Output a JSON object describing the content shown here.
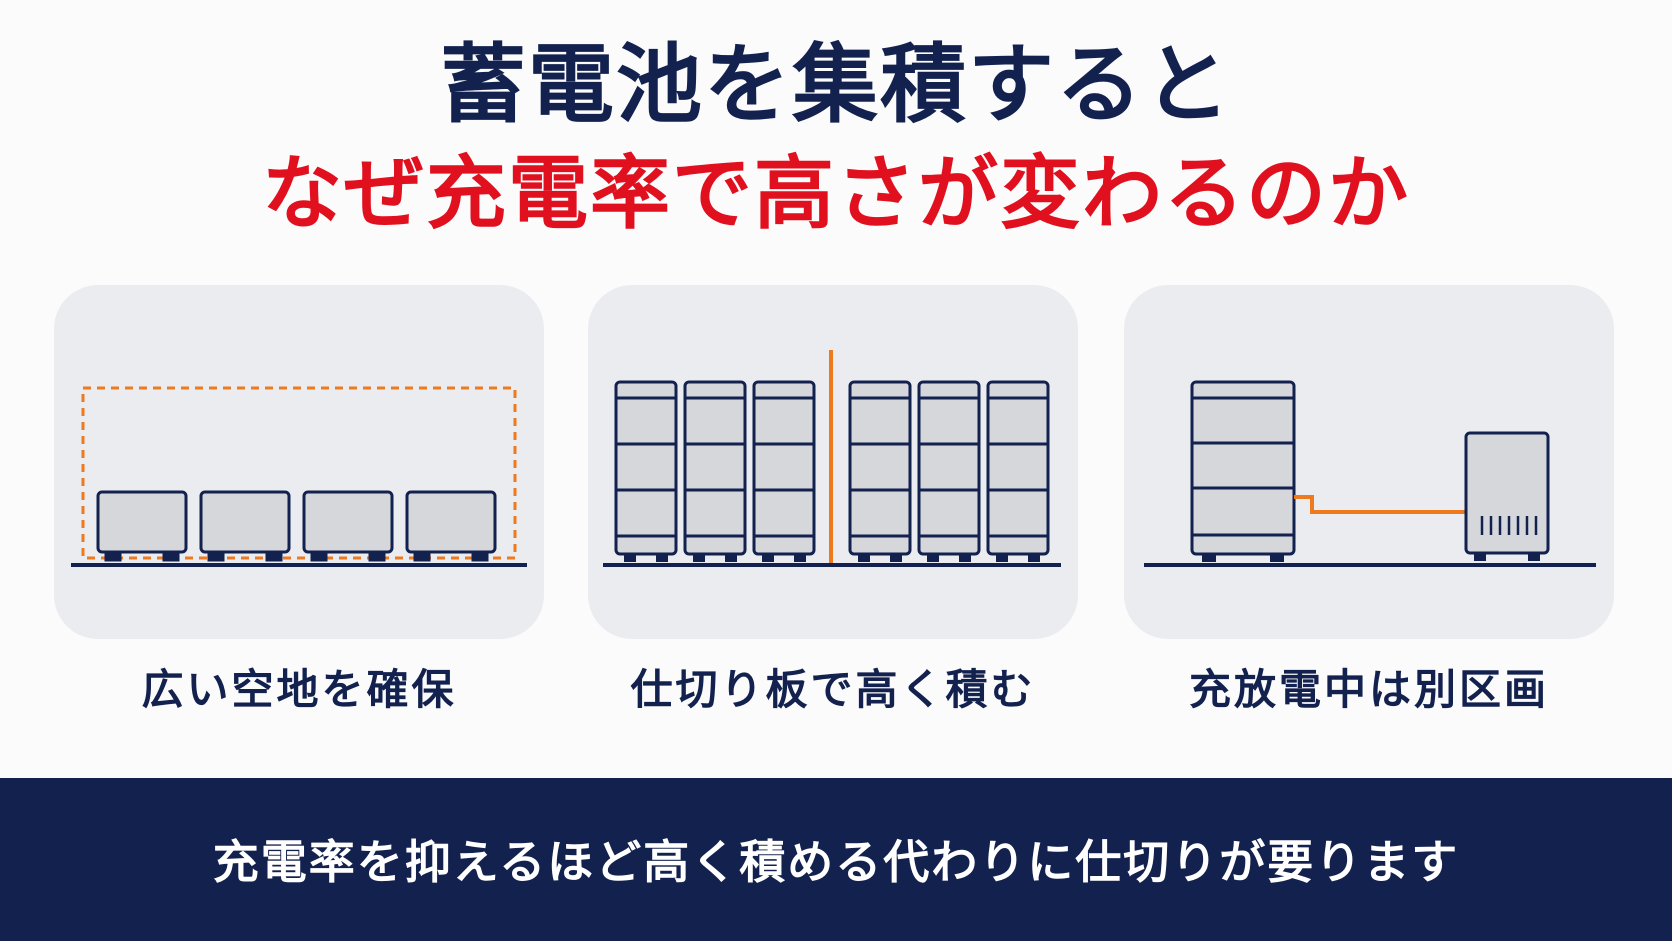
{
  "title": {
    "line1": "蓄電池を集積すると",
    "line2": "なぜ充電率で高さが変わるのか"
  },
  "colors": {
    "navy": "#13214f",
    "red": "#e0101f",
    "orange": "#ee7a1f",
    "panel_bg": "#ebecf0",
    "battery_fill": "#d6d7db"
  },
  "panels": [
    {
      "caption": "広い空地を確保",
      "illustration": "four low batteries inside dashed orange clearance boundary"
    },
    {
      "caption": "仕切り板で高く積む",
      "illustration": "two groups of three tall stacked battery racks separated by an orange partition"
    },
    {
      "caption": "充放電中は別区画",
      "illustration": "battery rack connected by orange cable to a separate charger unit"
    }
  ],
  "footer": {
    "text": "充電率を抑えるほど高く積める代わりに仕切りが要ります"
  }
}
